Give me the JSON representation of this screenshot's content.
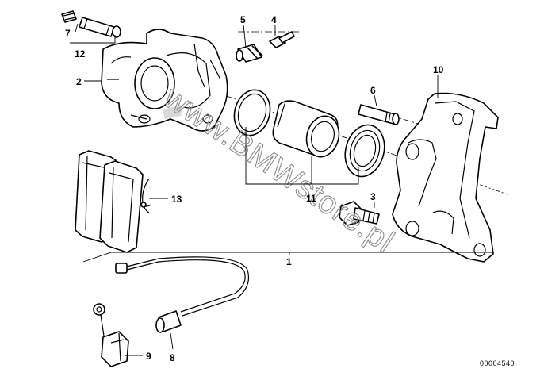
{
  "diagram": {
    "doc_number": "00004540",
    "watermark": "www.BMWstore.pl",
    "callouts": [
      {
        "id": "c1",
        "label": "1"
      },
      {
        "id": "c2",
        "label": "2"
      },
      {
        "id": "c3",
        "label": "3"
      },
      {
        "id": "c4",
        "label": "4"
      },
      {
        "id": "c5",
        "label": "5"
      },
      {
        "id": "c6",
        "label": "6"
      },
      {
        "id": "c7",
        "label": "7"
      },
      {
        "id": "c8",
        "label": "8"
      },
      {
        "id": "c9",
        "label": "9"
      },
      {
        "id": "c10",
        "label": "10"
      },
      {
        "id": "c11",
        "label": "11"
      },
      {
        "id": "c12",
        "label": "12"
      },
      {
        "id": "c13",
        "label": "13"
      }
    ]
  }
}
